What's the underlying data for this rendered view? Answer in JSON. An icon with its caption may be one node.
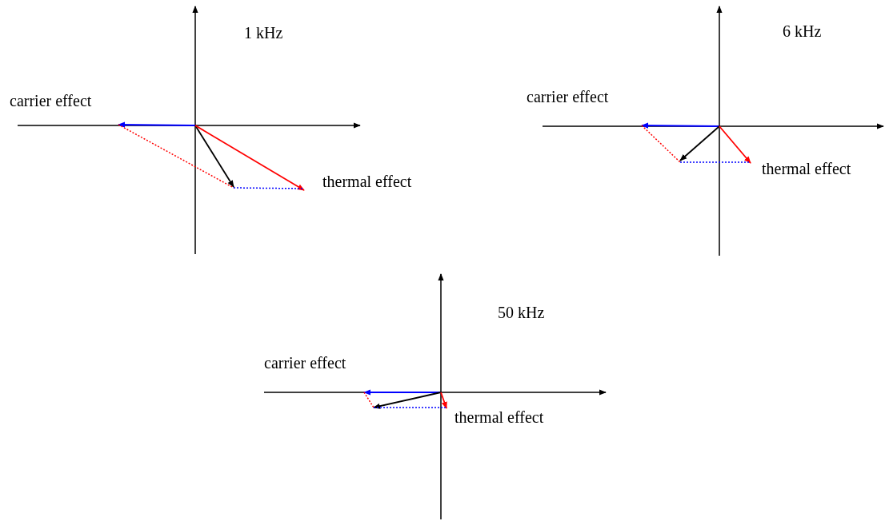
{
  "diagram": {
    "labels": [
      "1 kHz",
      "6 kHz",
      "carrier effect",
      "carrier effect",
      "thermal effect",
      "thermal effect",
      "50 kHz",
      "carrier effect",
      "thermal effect"
    ]
  }
}
